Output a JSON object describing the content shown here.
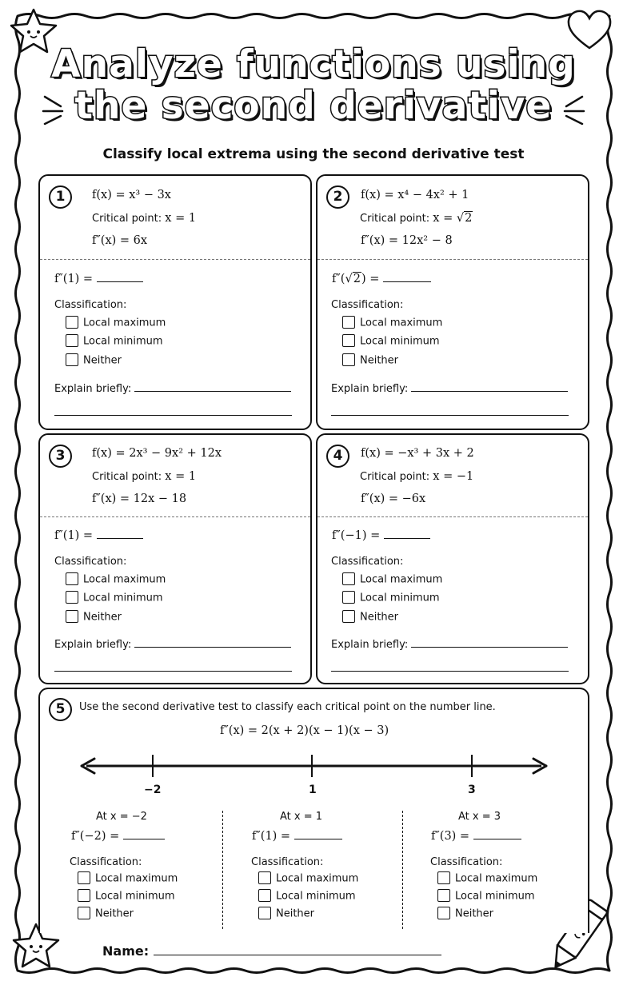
{
  "title": {
    "line1": "Analyze functions using",
    "line2": "the second derivative"
  },
  "subtitle": "Classify local extrema using the second derivative test",
  "labels": {
    "critical_point": "Critical point:",
    "classification": "Classification:",
    "explain": "Explain briefly:",
    "options": [
      "Local maximum",
      "Local minimum",
      "Neither"
    ]
  },
  "problems": [
    {
      "number": "1",
      "fx": "f(x) = x³ − 3x",
      "cp": "x = 1",
      "fpp": "f″(x) = 6x",
      "eval": "f″(1) ="
    },
    {
      "number": "2",
      "fx": "f(x) = x⁴ − 4x² + 1",
      "cp_prefix": "x = ",
      "cp_rad": "2",
      "fpp": "f″(x) = 12x² − 8",
      "eval_prefix": "f″(",
      "eval_rad": "2",
      "eval_suffix": ") ="
    },
    {
      "number": "3",
      "fx": "f(x) = 2x³ − 9x² + 12x",
      "cp": "x = 1",
      "fpp": "f″(x) = 12x − 18",
      "eval": "f″(1) ="
    },
    {
      "number": "4",
      "fx": "f(x) = −x³ + 3x + 2",
      "cp": "x = −1",
      "fpp": "f″(x) = −6x",
      "eval": "f″(−1) ="
    }
  ],
  "problem5": {
    "number": "5",
    "instruction": "Use the second derivative test to classify each critical point on the number line.",
    "fpp": "f″(x) = 2(x + 2)(x − 1)(x − 3)",
    "ticks": [
      "−2",
      "1",
      "3"
    ],
    "points": [
      {
        "at": "At x = −2",
        "eval": "f″(−2) ="
      },
      {
        "at": "At x = 1",
        "eval": "f″(1) ="
      },
      {
        "at": "At x = 3",
        "eval": "f″(3) ="
      }
    ]
  },
  "name_label": "Name:"
}
